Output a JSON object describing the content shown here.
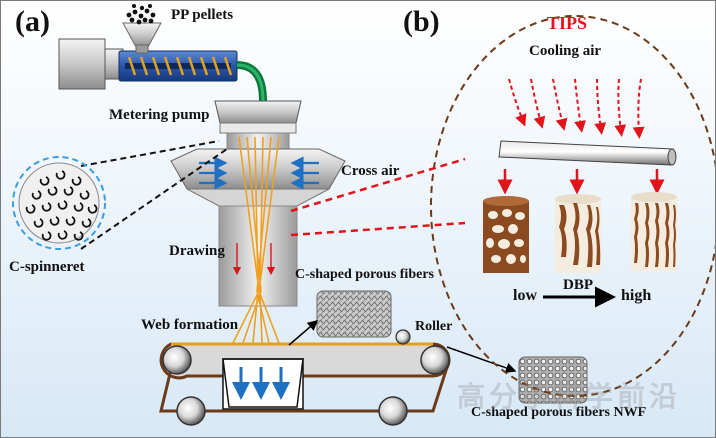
{
  "panels": {
    "a_label": "(a)",
    "b_label": "(b)"
  },
  "left": {
    "pp_pellets": "PP pellets",
    "metering_pump": "Metering pump",
    "cross_air": "Cross air",
    "drawing": "Drawing",
    "c_spinneret": "C-spinneret",
    "c_shaped_fibers": "C-shaped porous fibers",
    "web_formation": "Web formation",
    "roller": "Roller",
    "nwf": "C-shaped porous fibers NWF"
  },
  "right": {
    "tips": "TIPS",
    "cooling_air": "Cooling air",
    "dbp": "DBP",
    "low": "low",
    "high": "high"
  },
  "watermark": "高分子科学前沿",
  "colors": {
    "accent_red": "#e0141b",
    "fiber_orange": "#f0a020",
    "arrow_blue": "#1f6fc2",
    "pore_brown": "#8b4a20"
  }
}
